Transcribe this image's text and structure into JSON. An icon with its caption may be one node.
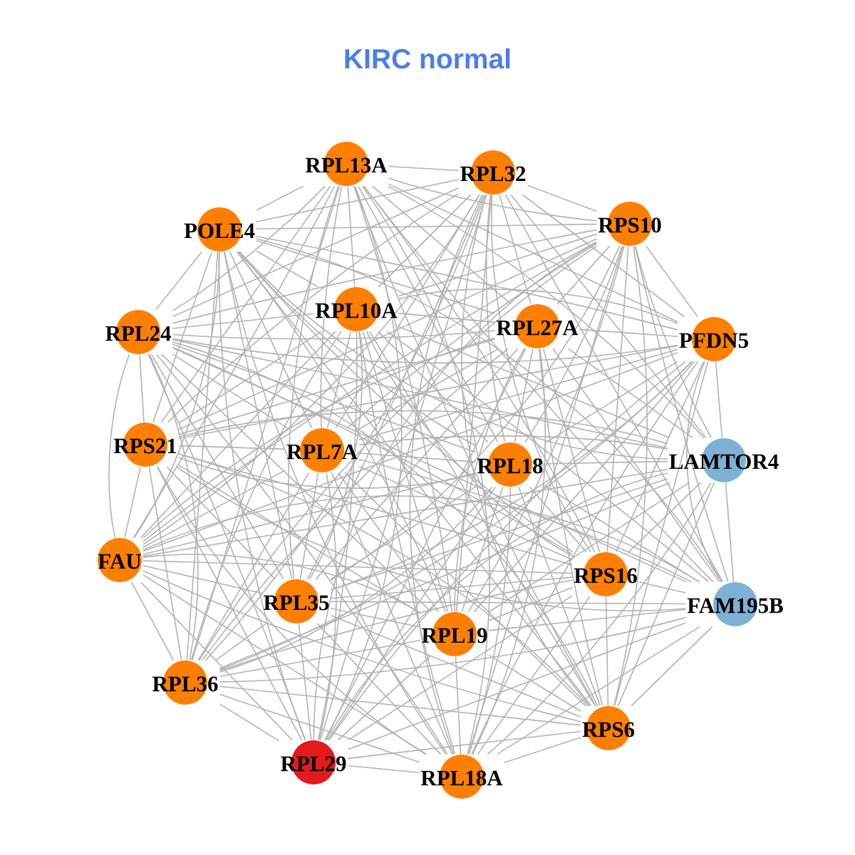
{
  "diagram": {
    "title": "KIRC normal",
    "nodes": [
      {
        "text": [
          "RPL13A"
        ]
      },
      {
        "text": [
          "RPL32"
        ]
      },
      {
        "text": [
          "RPS10"
        ]
      },
      {
        "text": [
          "POLE4"
        ]
      },
      {
        "text": [
          "RPL10A"
        ]
      },
      {
        "text": [
          "RPL27A"
        ]
      },
      {
        "text": [
          "RPL24"
        ]
      },
      {
        "text": [
          "PFDN5"
        ]
      },
      {
        "text": [
          "RPS21"
        ]
      },
      {
        "text": [
          "RPL7A"
        ]
      },
      {
        "text": [
          "LAMTOR4"
        ]
      },
      {
        "text": [
          "RPL18"
        ]
      },
      {
        "text": [
          "FAU"
        ]
      },
      {
        "text": [
          "RPS16"
        ]
      },
      {
        "text": [
          "RPL35"
        ]
      },
      {
        "text": [
          "FAM195B"
        ]
      },
      {
        "text": [
          "RPL19"
        ]
      },
      {
        "text": [
          "RPL36"
        ]
      },
      {
        "text": [
          "RPS6"
        ]
      },
      {
        "text": [
          "RPL29"
        ]
      },
      {
        "text": [
          "RPL18A"
        ]
      }
    ],
    "edges": [
      {
        "from": 0,
        "to": 1,
        "arrow": "none"
      },
      {
        "from": 0,
        "to": 2,
        "arrow": "none"
      },
      {
        "from": 0,
        "to": 3,
        "arrow": "none"
      },
      {
        "from": 0,
        "to": 4,
        "arrow": "none"
      },
      {
        "from": 0,
        "to": 5,
        "arrow": "none"
      },
      {
        "from": 0,
        "to": 6,
        "arrow": "none"
      },
      {
        "from": 0,
        "to": 7,
        "arrow": "none"
      },
      {
        "from": 0,
        "to": 8,
        "arrow": "none"
      },
      {
        "from": 0,
        "to": 9,
        "arrow": "none"
      },
      {
        "from": 0,
        "to": 10,
        "arrow": "none"
      },
      {
        "from": 0,
        "to": 11,
        "arrow": "none"
      },
      {
        "from": 0,
        "to": 12,
        "arrow": "none"
      },
      {
        "from": 0,
        "to": 13,
        "arrow": "none"
      },
      {
        "from": 0,
        "to": 14,
        "arrow": "none"
      },
      {
        "from": 0,
        "to": 15,
        "arrow": "none"
      },
      {
        "from": 0,
        "to": 16,
        "arrow": "none"
      },
      {
        "from": 0,
        "to": 17,
        "arrow": "none"
      },
      {
        "from": 0,
        "to": 18,
        "arrow": "none"
      },
      {
        "from": 0,
        "to": 19,
        "arrow": "none"
      },
      {
        "from": 0,
        "to": 20,
        "arrow": "none"
      },
      {
        "from": 1,
        "to": 2,
        "arrow": "none"
      },
      {
        "from": 1,
        "to": 3,
        "arrow": "none"
      },
      {
        "from": 1,
        "to": 4,
        "arrow": "none"
      },
      {
        "from": 1,
        "to": 5,
        "arrow": "none"
      },
      {
        "from": 1,
        "to": 6,
        "arrow": "none"
      },
      {
        "from": 1,
        "to": 7,
        "arrow": "none"
      },
      {
        "from": 1,
        "to": 8,
        "arrow": "none"
      },
      {
        "from": 1,
        "to": 9,
        "arrow": "none"
      },
      {
        "from": 1,
        "to": 10,
        "arrow": "none"
      },
      {
        "from": 1,
        "to": 11,
        "arrow": "none"
      },
      {
        "from": 1,
        "to": 12,
        "arrow": "none"
      },
      {
        "from": 1,
        "to": 13,
        "arrow": "none"
      },
      {
        "from": 1,
        "to": 14,
        "arrow": "none"
      },
      {
        "from": 1,
        "to": 15,
        "arrow": "none"
      },
      {
        "from": 1,
        "to": 16,
        "arrow": "none"
      },
      {
        "from": 1,
        "to": 17,
        "arrow": "none"
      },
      {
        "from": 1,
        "to": 18,
        "arrow": "none"
      },
      {
        "from": 1,
        "to": 19,
        "arrow": "none"
      },
      {
        "from": 1,
        "to": 20,
        "arrow": "none"
      },
      {
        "from": 2,
        "to": 3,
        "arrow": "none"
      },
      {
        "from": 2,
        "to": 4,
        "arrow": "none"
      },
      {
        "from": 2,
        "to": 5,
        "arrow": "none"
      },
      {
        "from": 2,
        "to": 6,
        "arrow": "none"
      },
      {
        "from": 2,
        "to": 7,
        "arrow": "none"
      },
      {
        "from": 2,
        "to": 8,
        "arrow": "none"
      },
      {
        "from": 2,
        "to": 9,
        "arrow": "none"
      },
      {
        "from": 2,
        "to": 10,
        "arrow": "none"
      },
      {
        "from": 2,
        "to": 11,
        "arrow": "none"
      },
      {
        "from": 2,
        "to": 12,
        "arrow": "none"
      },
      {
        "from": 2,
        "to": 13,
        "arrow": "none"
      },
      {
        "from": 2,
        "to": 14,
        "arrow": "none"
      },
      {
        "from": 2,
        "to": 15,
        "arrow": "none"
      },
      {
        "from": 2,
        "to": 16,
        "arrow": "none"
      },
      {
        "from": 2,
        "to": 17,
        "arrow": "none"
      },
      {
        "from": 2,
        "to": 18,
        "arrow": "none"
      },
      {
        "from": 2,
        "to": 19,
        "arrow": "none"
      },
      {
        "from": 2,
        "to": 20,
        "arrow": "none"
      },
      {
        "from": 3,
        "to": 4,
        "arrow": "none"
      },
      {
        "from": 3,
        "to": 5,
        "arrow": "none"
      },
      {
        "from": 3,
        "to": 6,
        "arrow": "none"
      },
      {
        "from": 3,
        "to": 7,
        "arrow": "none"
      },
      {
        "from": 3,
        "to": 8,
        "arrow": "none"
      },
      {
        "from": 3,
        "to": 9,
        "arrow": "none"
      },
      {
        "from": 3,
        "to": 10,
        "arrow": "none"
      },
      {
        "from": 3,
        "to": 11,
        "arrow": "none"
      },
      {
        "from": 3,
        "to": 12,
        "arrow": "none"
      },
      {
        "from": 3,
        "to": 13,
        "arrow": "none"
      },
      {
        "from": 3,
        "to": 14,
        "arrow": "none"
      },
      {
        "from": 3,
        "to": 15,
        "arrow": "none"
      },
      {
        "from": 3,
        "to": 16,
        "arrow": "none"
      },
      {
        "from": 3,
        "to": 17,
        "arrow": "none"
      },
      {
        "from": 3,
        "to": 18,
        "arrow": "none"
      },
      {
        "from": 3,
        "to": 19,
        "arrow": "none"
      },
      {
        "from": 3,
        "to": 20,
        "arrow": "none"
      },
      {
        "from": 4,
        "to": 5,
        "arrow": "none"
      },
      {
        "from": 4,
        "to": 6,
        "arrow": "none"
      },
      {
        "from": 4,
        "to": 7,
        "arrow": "none"
      },
      {
        "from": 4,
        "to": 8,
        "arrow": "none"
      },
      {
        "from": 4,
        "to": 9,
        "arrow": "none"
      },
      {
        "from": 4,
        "to": 10,
        "arrow": "none"
      },
      {
        "from": 4,
        "to": 11,
        "arrow": "none"
      },
      {
        "from": 4,
        "to": 12,
        "arrow": "none"
      },
      {
        "from": 4,
        "to": 13,
        "arrow": "none"
      },
      {
        "from": 4,
        "to": 14,
        "arrow": "none"
      },
      {
        "from": 4,
        "to": 15,
        "arrow": "none"
      },
      {
        "from": 4,
        "to": 16,
        "arrow": "none"
      },
      {
        "from": 4,
        "to": 17,
        "arrow": "none"
      },
      {
        "from": 4,
        "to": 18,
        "arrow": "none"
      },
      {
        "from": 4,
        "to": 19,
        "arrow": "none"
      },
      {
        "from": 4,
        "to": 20,
        "arrow": "none"
      },
      {
        "from": 5,
        "to": 6,
        "arrow": "none"
      },
      {
        "from": 5,
        "to": 7,
        "arrow": "none"
      },
      {
        "from": 5,
        "to": 8,
        "arrow": "none"
      },
      {
        "from": 5,
        "to": 9,
        "arrow": "none"
      },
      {
        "from": 5,
        "to": 10,
        "arrow": "none"
      },
      {
        "from": 5,
        "to": 11,
        "arrow": "none"
      },
      {
        "from": 5,
        "to": 12,
        "arrow": "none"
      },
      {
        "from": 5,
        "to": 13,
        "arrow": "none"
      },
      {
        "from": 5,
        "to": 14,
        "arrow": "none"
      },
      {
        "from": 5,
        "to": 15,
        "arrow": "none"
      },
      {
        "from": 5,
        "to": 16,
        "arrow": "none"
      },
      {
        "from": 5,
        "to": 17,
        "arrow": "none"
      },
      {
        "from": 5,
        "to": 18,
        "arrow": "none"
      },
      {
        "from": 5,
        "to": 19,
        "arrow": "none"
      },
      {
        "from": 5,
        "to": 20,
        "arrow": "none"
      },
      {
        "from": 6,
        "to": 7,
        "arrow": "none"
      },
      {
        "from": 6,
        "to": 8,
        "arrow": "none"
      },
      {
        "from": 6,
        "to": 9,
        "arrow": "none"
      },
      {
        "from": 6,
        "to": 10,
        "arrow": "none"
      },
      {
        "from": 6,
        "to": 11,
        "arrow": "none"
      },
      {
        "from": 6,
        "to": 12,
        "arrow": "none"
      },
      {
        "from": 6,
        "to": 13,
        "arrow": "none"
      },
      {
        "from": 6,
        "to": 14,
        "arrow": "none"
      },
      {
        "from": 6,
        "to": 15,
        "arrow": "none"
      },
      {
        "from": 6,
        "to": 16,
        "arrow": "none"
      },
      {
        "from": 6,
        "to": 17,
        "arrow": "none"
      },
      {
        "from": 6,
        "to": 18,
        "arrow": "none"
      },
      {
        "from": 6,
        "to": 19,
        "arrow": "none"
      },
      {
        "from": 6,
        "to": 20,
        "arrow": "none"
      },
      {
        "from": 7,
        "to": 8,
        "arrow": "none"
      },
      {
        "from": 7,
        "to": 9,
        "arrow": "none"
      },
      {
        "from": 7,
        "to": 10,
        "arrow": "none"
      },
      {
        "from": 7,
        "to": 11,
        "arrow": "none"
      },
      {
        "from": 7,
        "to": 12,
        "arrow": "none"
      },
      {
        "from": 7,
        "to": 13,
        "arrow": "none"
      },
      {
        "from": 7,
        "to": 14,
        "arrow": "none"
      },
      {
        "from": 7,
        "to": 15,
        "arrow": "none"
      },
      {
        "from": 7,
        "to": 16,
        "arrow": "none"
      },
      {
        "from": 7,
        "to": 17,
        "arrow": "none"
      },
      {
        "from": 7,
        "to": 18,
        "arrow": "none"
      },
      {
        "from": 7,
        "to": 19,
        "arrow": "none"
      },
      {
        "from": 7,
        "to": 20,
        "arrow": "none"
      },
      {
        "from": 8,
        "to": 9,
        "arrow": "none"
      },
      {
        "from": 8,
        "to": 10,
        "arrow": "none"
      },
      {
        "from": 8,
        "to": 11,
        "arrow": "none"
      },
      {
        "from": 8,
        "to": 12,
        "arrow": "none"
      },
      {
        "from": 8,
        "to": 13,
        "arrow": "none"
      },
      {
        "from": 8,
        "to": 14,
        "arrow": "none"
      },
      {
        "from": 8,
        "to": 15,
        "arrow": "none"
      },
      {
        "from": 8,
        "to": 16,
        "arrow": "none"
      },
      {
        "from": 8,
        "to": 17,
        "arrow": "none"
      },
      {
        "from": 8,
        "to": 18,
        "arrow": "none"
      },
      {
        "from": 8,
        "to": 19,
        "arrow": "none"
      },
      {
        "from": 8,
        "to": 20,
        "arrow": "none"
      },
      {
        "from": 9,
        "to": 10,
        "arrow": "none"
      },
      {
        "from": 9,
        "to": 11,
        "arrow": "none"
      },
      {
        "from": 9,
        "to": 12,
        "arrow": "none"
      },
      {
        "from": 9,
        "to": 13,
        "arrow": "none"
      },
      {
        "from": 9,
        "to": 14,
        "arrow": "none"
      },
      {
        "from": 9,
        "to": 15,
        "arrow": "none"
      },
      {
        "from": 9,
        "to": 16,
        "arrow": "none"
      },
      {
        "from": 9,
        "to": 17,
        "arrow": "none"
      },
      {
        "from": 9,
        "to": 18,
        "arrow": "none"
      },
      {
        "from": 9,
        "to": 19,
        "arrow": "none"
      },
      {
        "from": 9,
        "to": 20,
        "arrow": "none"
      },
      {
        "from": 10,
        "to": 11,
        "arrow": "none"
      },
      {
        "from": 10,
        "to": 12,
        "arrow": "none"
      },
      {
        "from": 10,
        "to": 13,
        "arrow": "none"
      },
      {
        "from": 10,
        "to": 14,
        "arrow": "none"
      },
      {
        "from": 10,
        "to": 15,
        "arrow": "none"
      },
      {
        "from": 10,
        "to": 16,
        "arrow": "none"
      },
      {
        "from": 10,
        "to": 17,
        "arrow": "none"
      },
      {
        "from": 10,
        "to": 18,
        "arrow": "none"
      },
      {
        "from": 10,
        "to": 19,
        "arrow": "none"
      },
      {
        "from": 10,
        "to": 20,
        "arrow": "none"
      },
      {
        "from": 11,
        "to": 12,
        "arrow": "none"
      },
      {
        "from": 11,
        "to": 13,
        "arrow": "none"
      },
      {
        "from": 11,
        "to": 14,
        "arrow": "none"
      },
      {
        "from": 11,
        "to": 15,
        "arrow": "none"
      },
      {
        "from": 11,
        "to": 16,
        "arrow": "none"
      },
      {
        "from": 11,
        "to": 17,
        "arrow": "none"
      },
      {
        "from": 11,
        "to": 18,
        "arrow": "none"
      },
      {
        "from": 11,
        "to": 19,
        "arrow": "none"
      },
      {
        "from": 11,
        "to": 20,
        "arrow": "none"
      },
      {
        "from": 12,
        "to": 13,
        "arrow": "none"
      },
      {
        "from": 12,
        "to": 14,
        "arrow": "none"
      },
      {
        "from": 12,
        "to": 15,
        "arrow": "none"
      },
      {
        "from": 12,
        "to": 16,
        "arrow": "none"
      },
      {
        "from": 12,
        "to": 17,
        "arrow": "none"
      },
      {
        "from": 12,
        "to": 18,
        "arrow": "none"
      },
      {
        "from": 12,
        "to": 19,
        "arrow": "none"
      },
      {
        "from": 12,
        "to": 20,
        "arrow": "none"
      },
      {
        "from": 13,
        "to": 14,
        "arrow": "none"
      },
      {
        "from": 13,
        "to": 15,
        "arrow": "none"
      },
      {
        "from": 13,
        "to": 16,
        "arrow": "none"
      },
      {
        "from": 13,
        "to": 17,
        "arrow": "none"
      },
      {
        "from": 13,
        "to": 18,
        "arrow": "none"
      },
      {
        "from": 13,
        "to": 19,
        "arrow": "none"
      },
      {
        "from": 13,
        "to": 20,
        "arrow": "none"
      },
      {
        "from": 14,
        "to": 15,
        "arrow": "none"
      },
      {
        "from": 14,
        "to": 16,
        "arrow": "none"
      },
      {
        "from": 14,
        "to": 17,
        "arrow": "none"
      },
      {
        "from": 14,
        "to": 18,
        "arrow": "none"
      },
      {
        "from": 14,
        "to": 19,
        "arrow": "none"
      },
      {
        "from": 14,
        "to": 20,
        "arrow": "none"
      },
      {
        "from": 15,
        "to": 16,
        "arrow": "none"
      },
      {
        "from": 15,
        "to": 17,
        "arrow": "none"
      },
      {
        "from": 15,
        "to": 18,
        "arrow": "none"
      },
      {
        "from": 15,
        "to": 19,
        "arrow": "none"
      },
      {
        "from": 15,
        "to": 20,
        "arrow": "none"
      },
      {
        "from": 16,
        "to": 17,
        "arrow": "none"
      },
      {
        "from": 16,
        "to": 18,
        "arrow": "none"
      },
      {
        "from": 16,
        "to": 19,
        "arrow": "none"
      },
      {
        "from": 16,
        "to": 20,
        "arrow": "none"
      },
      {
        "from": 17,
        "to": 18,
        "arrow": "none"
      },
      {
        "from": 17,
        "to": 19,
        "arrow": "none"
      },
      {
        "from": 17,
        "to": 20,
        "arrow": "none"
      },
      {
        "from": 18,
        "to": 19,
        "arrow": "none"
      },
      {
        "from": 18,
        "to": 20,
        "arrow": "none"
      },
      {
        "from": 19,
        "to": 20,
        "arrow": "none"
      }
    ]
  }
}
